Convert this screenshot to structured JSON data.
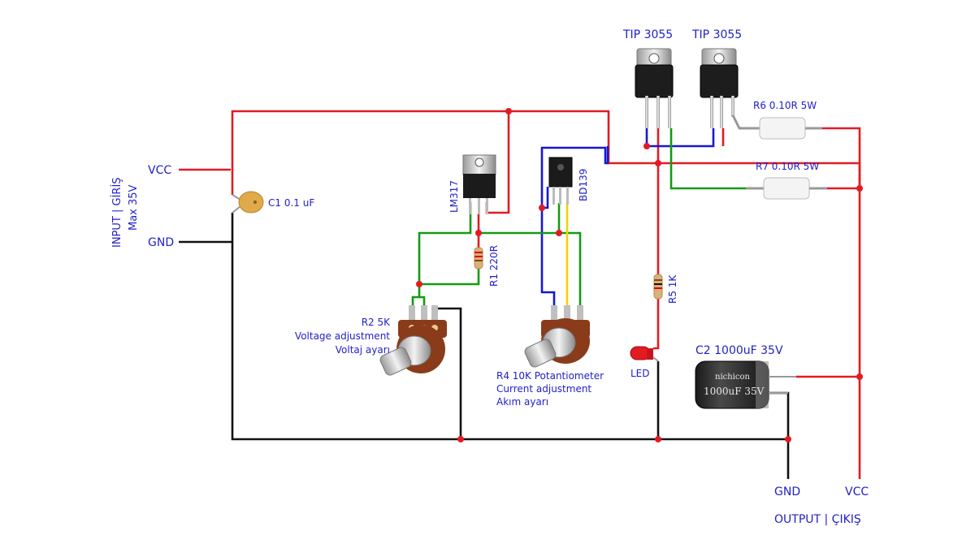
{
  "labels": {
    "tip1": "TIP 3055",
    "tip2": "TIP 3055",
    "r6": "R6 0.10R 5W",
    "r7": "R7 0.10R 5W",
    "input_vcc": "VCC",
    "input_gnd": "GND",
    "input_title": "INPUT | GİRİŞ",
    "input_max": "Max 35V",
    "c1": "C1 0.1 uF",
    "lm317": "LM317",
    "bd139": "BD139",
    "r1": "R1 220R",
    "r5": "R5 1K",
    "r2_line1": "R2 5K",
    "r2_line2": "Voltage adjustment",
    "r2_line3": "Voltaj ayarı",
    "r4_line1": "R4 10K Potantiometer",
    "r4_line2": "Current adjustment",
    "r4_line3": "Akım ayarı",
    "led": "LED",
    "c2": "C2 1000uF 35V",
    "c2_marking": "nichicon",
    "c2_body": "1000uF 35V",
    "output_gnd": "GND",
    "output_vcc": "VCC",
    "output_title": "OUTPUT | ÇIKIŞ"
  },
  "colors": {
    "wire_red": "#e21b23",
    "wire_black": "#111111",
    "wire_blue": "#1717d6",
    "wire_green": "#139a13",
    "wire_yellow": "#f0d400",
    "label_blue": "#1f1fc8"
  }
}
